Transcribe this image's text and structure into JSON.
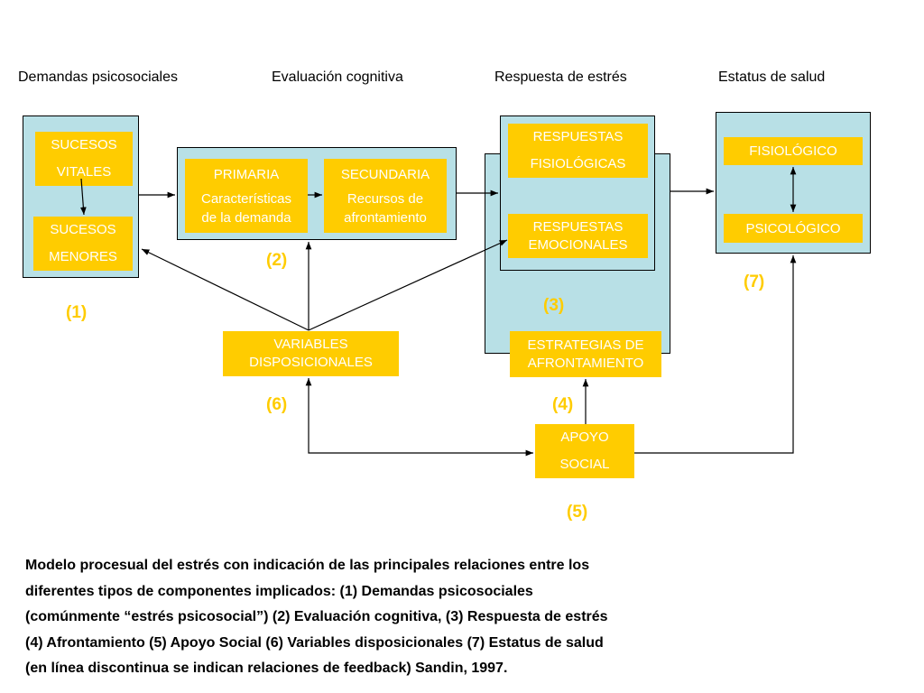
{
  "headers": {
    "demandas": "Demandas psicosociales",
    "evaluacion": "Evaluación  cognitiva",
    "respuesta": "Respuesta  de  estrés",
    "estatus": "Estatus de  salud"
  },
  "boxes": {
    "sucesos_vitales": [
      "SUCESOS",
      "VITALES"
    ],
    "sucesos_menores": [
      "SUCESOS",
      "MENORES"
    ],
    "primaria": [
      "PRIMARIA",
      "Características",
      "de la demanda"
    ],
    "secundaria": [
      "SECUNDARIA",
      "Recursos de",
      "afrontamiento"
    ],
    "resp_fisiologicas": [
      "RESPUESTAS",
      "FISIOLÓGICAS"
    ],
    "resp_emocionales": [
      "RESPUESTAS",
      "EMOCIONALES"
    ],
    "fisiologico": "FISIOLÓGICO",
    "psicologico": "PSICOLÓGICO",
    "variables": [
      "VARIABLES",
      "DISPOSICIONALES"
    ],
    "estrategias": [
      "ESTRATEGIAS DE",
      "AFRONTAMIENTO"
    ],
    "apoyo": [
      "APOYO",
      "SOCIAL"
    ]
  },
  "numbers": {
    "n1": "(1)",
    "n2": "(2)",
    "n3": "(3)",
    "n4": "(4)",
    "n5": "(5)",
    "n6": "(6)",
    "n7": "(7)"
  },
  "caption": [
    "Modelo procesual del estrés con indicación de las principales relaciones entre los",
    "diferentes tipos de componentes implicados:  (1) Demandas psicosociales",
    "(comúnmente “estrés psicosocial”) (2) Evaluación cognitiva, (3) Respuesta de estrés",
    "(4) Afrontamiento (5) Apoyo Social (6) Variables disposicionales (7) Estatus de salud",
    "(en línea discontinua se indican relaciones de feedback)  Sandin,  1997."
  ],
  "colors": {
    "panel": "#b8e0e6",
    "box": "#ffcc00",
    "box_text": "#ffffff",
    "number": "#ffcc00"
  }
}
